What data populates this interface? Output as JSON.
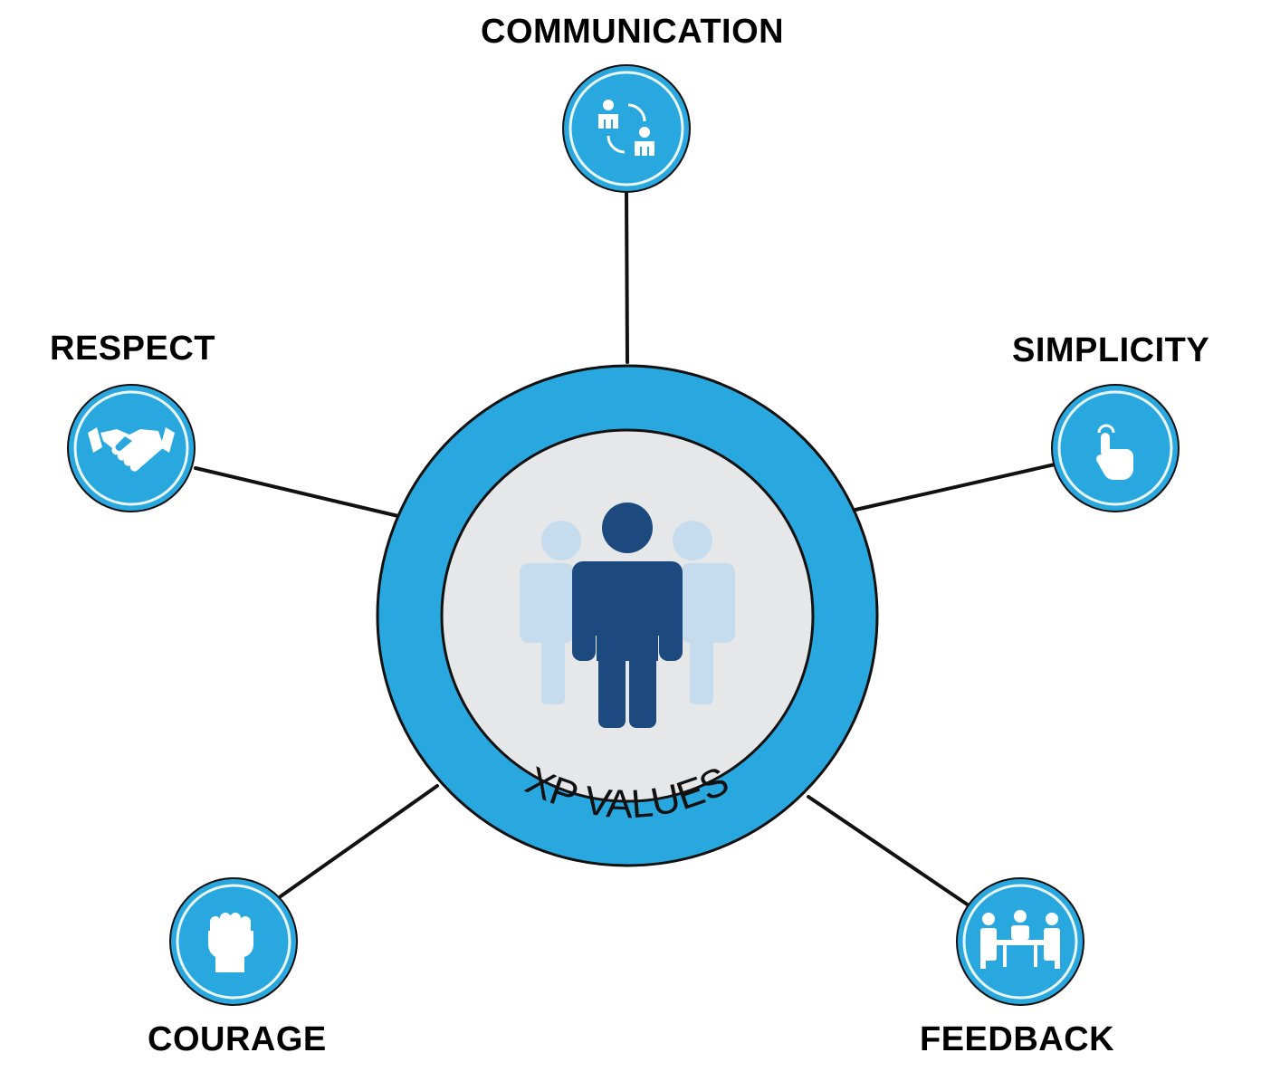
{
  "diagram": {
    "center_label": "XP VALUES",
    "values": [
      {
        "id": "communication",
        "label": "COMMUNICATION",
        "icon": "people-exchange-icon"
      },
      {
        "id": "simplicity",
        "label": "SIMPLICITY",
        "icon": "touch-hand-icon"
      },
      {
        "id": "feedback",
        "label": "FEEDBACK",
        "icon": "meeting-group-icon"
      },
      {
        "id": "courage",
        "label": "COURAGE",
        "icon": "raised-fist-icon"
      },
      {
        "id": "respect",
        "label": "RESPECT",
        "icon": "handshake-icon"
      }
    ]
  },
  "colors": {
    "ring_blue": "#29a8e0",
    "node_blue": "#29a8e0",
    "center_fill": "#e6e7e8",
    "person_dark": "#1c4a7e",
    "person_light": "#c5dcee",
    "outline": "#111111",
    "icon_white": "#ffffff"
  }
}
